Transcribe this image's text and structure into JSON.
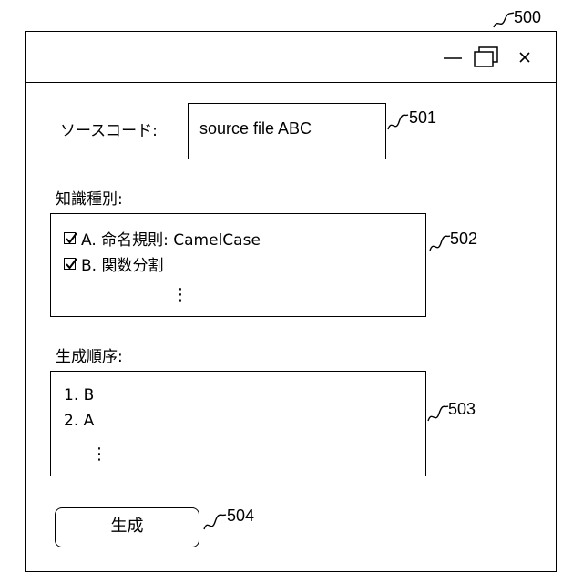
{
  "figure_refs": {
    "window": "500",
    "source_field": "501",
    "knowledge_list": "502",
    "order_list": "503",
    "generate_button": "504"
  },
  "window_controls": {
    "minimize_icon": "minimize-icon",
    "restore_icon": "restore-icon",
    "close_icon": "close-icon"
  },
  "source": {
    "label": "ソースコード:",
    "value": "source file ABC"
  },
  "knowledge": {
    "label": "知識種別:",
    "items": [
      {
        "text": "A. 命名規則: CamelCase",
        "checked": true
      },
      {
        "text": "B. 関数分割",
        "checked": true
      }
    ],
    "more": "⋮"
  },
  "order": {
    "label": "生成順序:",
    "items": [
      {
        "text": "1. B"
      },
      {
        "text": "2. A"
      }
    ],
    "more": "⋮"
  },
  "generate_button": {
    "label": "生成"
  }
}
